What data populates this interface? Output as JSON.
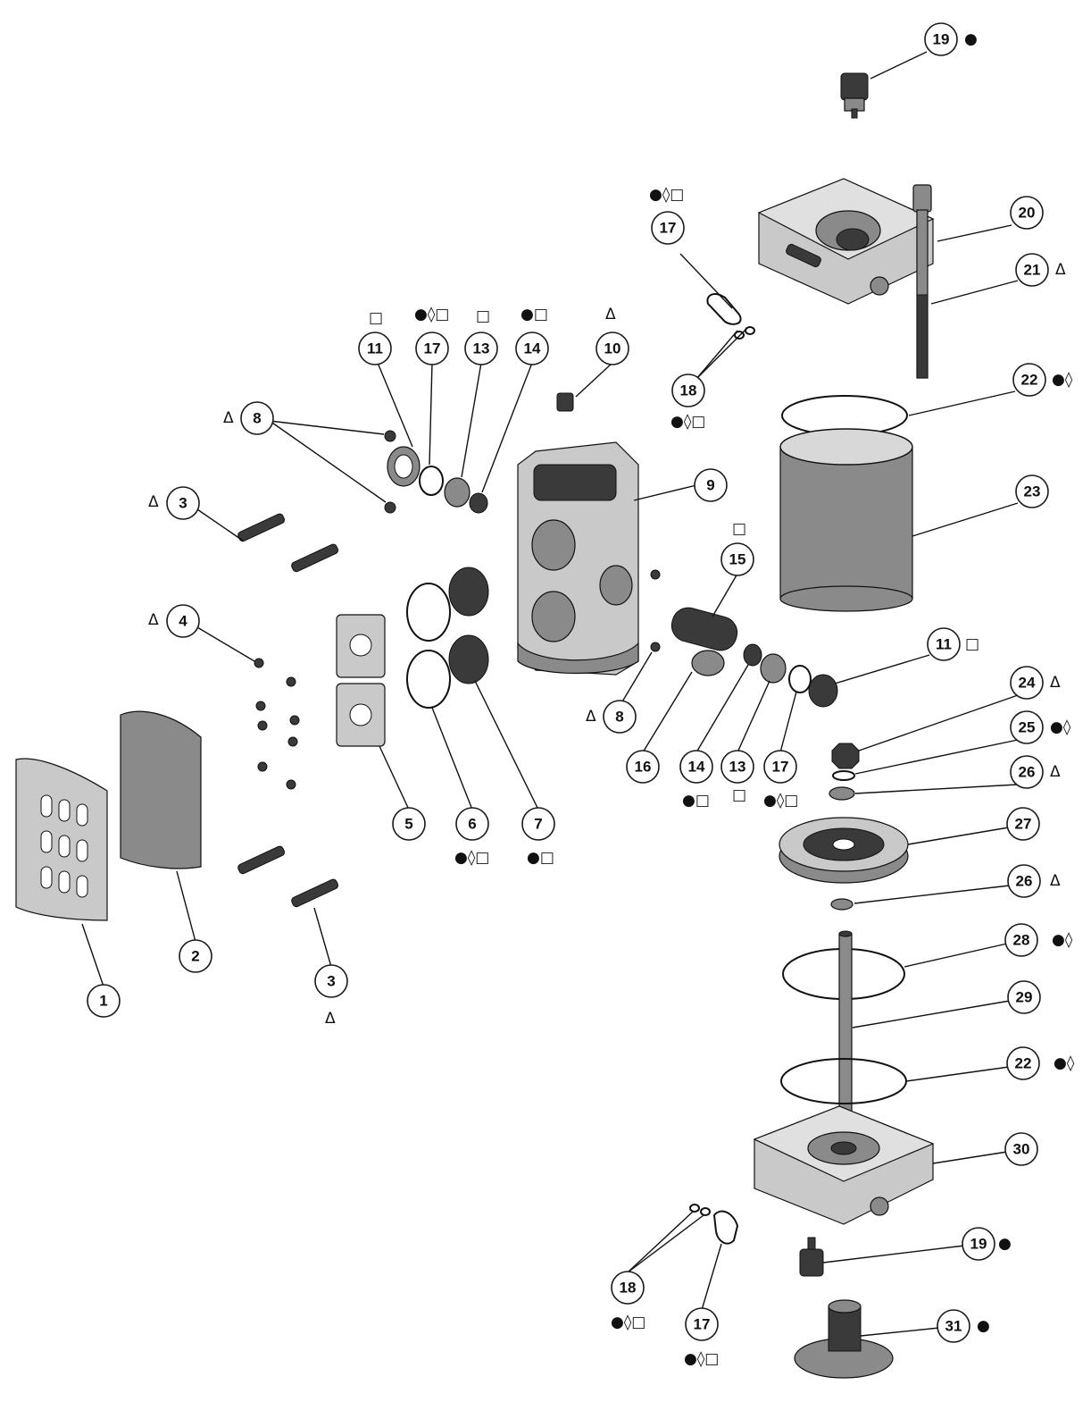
{
  "colors": {
    "line": "#111111",
    "part_dark": "#3a3a3a",
    "part_mid": "#8a8a8a",
    "part_light": "#c9c9c9"
  },
  "callouts": [
    {
      "id": "c19a",
      "num": "19",
      "sym": "●"
    },
    {
      "id": "c17a",
      "num": "17",
      "sym": "●◊□"
    },
    {
      "id": "c20",
      "num": "20",
      "sym": ""
    },
    {
      "id": "c21",
      "num": "21",
      "sym": "Δ"
    },
    {
      "id": "c11a",
      "num": "11",
      "sym": "□"
    },
    {
      "id": "c17b",
      "num": "17",
      "sym": "●◊□"
    },
    {
      "id": "c13a",
      "num": "13",
      "sym": "□"
    },
    {
      "id": "c14a",
      "num": "14",
      "sym": "●□"
    },
    {
      "id": "c10",
      "num": "10",
      "sym": "Δ"
    },
    {
      "id": "c18a",
      "num": "18",
      "sym": "●◊□"
    },
    {
      "id": "c22a",
      "num": "22",
      "sym": "●◊"
    },
    {
      "id": "c8a",
      "num": "8",
      "sym": "Δ"
    },
    {
      "id": "c9",
      "num": "9",
      "sym": ""
    },
    {
      "id": "c23",
      "num": "23",
      "sym": ""
    },
    {
      "id": "c3a",
      "num": "3",
      "sym": "Δ"
    },
    {
      "id": "c15",
      "num": "15",
      "sym": "□"
    },
    {
      "id": "c4",
      "num": "4",
      "sym": "Δ"
    },
    {
      "id": "c11b",
      "num": "11",
      "sym": "□"
    },
    {
      "id": "c24",
      "num": "24",
      "sym": "Δ"
    },
    {
      "id": "c8b",
      "num": "8",
      "sym": "Δ"
    },
    {
      "id": "c25",
      "num": "25",
      "sym": "●◊"
    },
    {
      "id": "c16",
      "num": "16",
      "sym": ""
    },
    {
      "id": "c14b",
      "num": "14",
      "sym": "●□"
    },
    {
      "id": "c13b",
      "num": "13",
      "sym": "□"
    },
    {
      "id": "c17c",
      "num": "17",
      "sym": "●◊□"
    },
    {
      "id": "c26a",
      "num": "26",
      "sym": "Δ"
    },
    {
      "id": "c5",
      "num": "5",
      "sym": ""
    },
    {
      "id": "c6",
      "num": "6",
      "sym": "●◊□"
    },
    {
      "id": "c7",
      "num": "7",
      "sym": "●□"
    },
    {
      "id": "c27",
      "num": "27",
      "sym": ""
    },
    {
      "id": "c26b",
      "num": "26",
      "sym": "Δ"
    },
    {
      "id": "c2",
      "num": "2",
      "sym": ""
    },
    {
      "id": "c28",
      "num": "28",
      "sym": "●◊"
    },
    {
      "id": "c3b",
      "num": "3",
      "sym": "Δ"
    },
    {
      "id": "c1",
      "num": "1",
      "sym": ""
    },
    {
      "id": "c29",
      "num": "29",
      "sym": ""
    },
    {
      "id": "c22b",
      "num": "22",
      "sym": "●◊"
    },
    {
      "id": "c30",
      "num": "30",
      "sym": ""
    },
    {
      "id": "c19b",
      "num": "19",
      "sym": "●"
    },
    {
      "id": "c18b",
      "num": "18",
      "sym": "●◊□"
    },
    {
      "id": "c17d",
      "num": "17",
      "sym": "●◊□"
    },
    {
      "id": "c31",
      "num": "31",
      "sym": "●"
    }
  ]
}
